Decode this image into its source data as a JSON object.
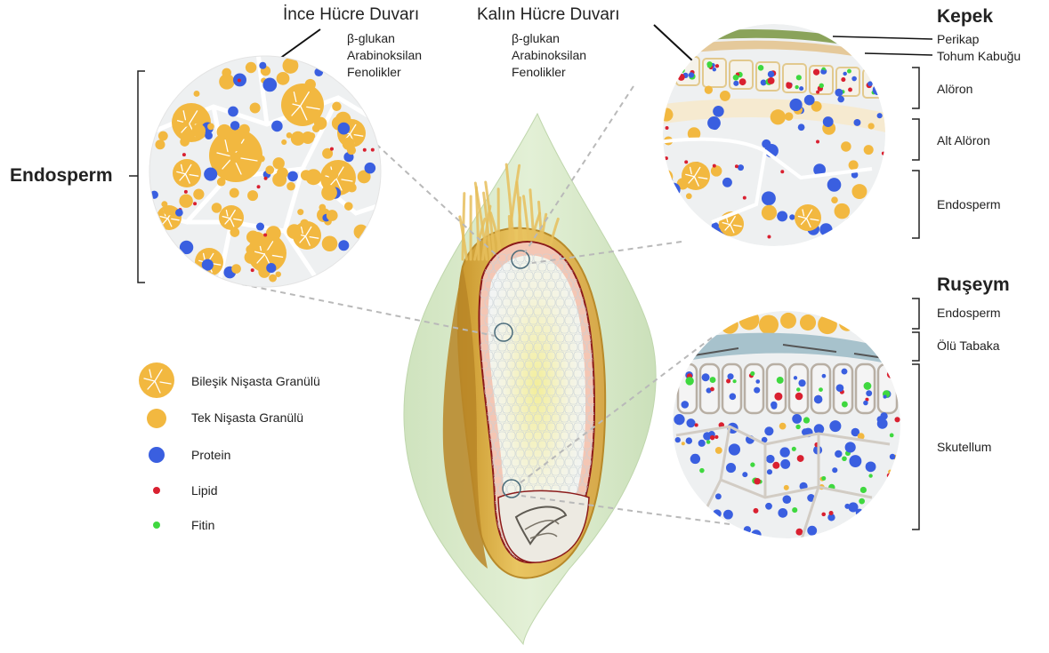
{
  "titles": {
    "endosperm": "Endosperm",
    "bran": "Kepek",
    "germ": "Ruşeym"
  },
  "thin_wall": {
    "title": "İnce Hücre Duvarı",
    "items": [
      "β-glukan",
      "Arabinoksilan",
      "Fenolikler"
    ]
  },
  "thick_wall": {
    "title": "Kalın Hücre Duvarı",
    "items": [
      "β-glukan",
      "Arabinoksilan",
      "Fenolikler"
    ]
  },
  "bran_layers": {
    "pericarp": "Perikap",
    "seed_coat": "Tohum Kabuğu",
    "aleurone": "Alöron",
    "sub_aleurone": "Alt Alöron",
    "endosperm": "Endosperm"
  },
  "germ_layers": {
    "endosperm": "Endosperm",
    "dead_layer": "Ölü Tabaka",
    "scutellum": "Skutellum"
  },
  "legend": [
    {
      "label": "Bileşik Nişasta Granülü",
      "icon": "compound-starch-granule-icon",
      "color": "#F2B840"
    },
    {
      "label": "Tek Nişasta Granülü",
      "icon": "single-starch-granule-icon",
      "color": "#F2B840"
    },
    {
      "label": "Protein",
      "icon": "protein-icon",
      "color": "#3A5FE0"
    },
    {
      "label": "Lipid",
      "icon": "lipid-icon",
      "color": "#D92030"
    },
    {
      "label": "Fitin",
      "icon": "phytin-icon",
      "color": "#3FD83F"
    }
  ],
  "colors": {
    "starch": "#F2B840",
    "protein": "#3A5FE0",
    "lipid": "#D92030",
    "phytin": "#3FD83F",
    "husk": "#D8E9C8",
    "kernel_outline": "#8B1A1A"
  }
}
